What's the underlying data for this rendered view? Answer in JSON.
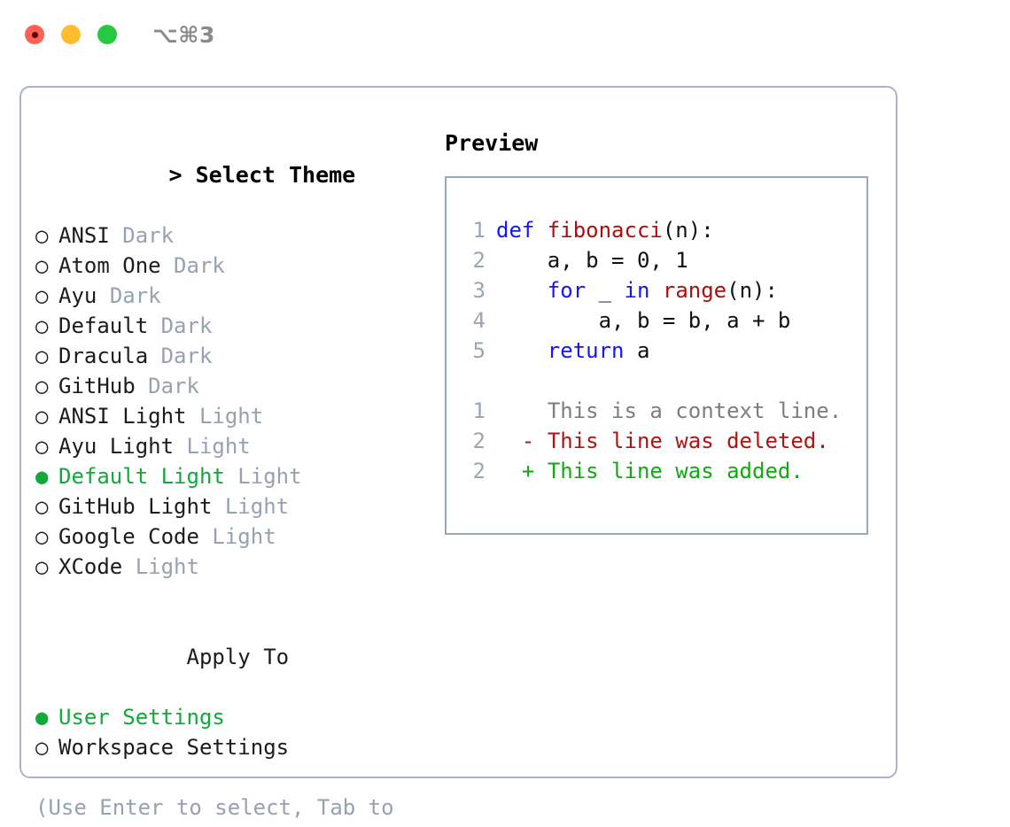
{
  "titlebar": {
    "shortcut": "⌥⌘3",
    "lights": [
      "close-red",
      "minimize-amber",
      "maximize-green"
    ]
  },
  "colors": {
    "accent_green": "#12a83c",
    "muted_gray": "#97a1b2",
    "keyword_blue": "#1414ff",
    "function_red": "#ab1010",
    "diff_added": "#12a812",
    "diff_deleted": "#b11212",
    "panel_border": "#aab4c2",
    "preview_border": "#9aa7b8"
  },
  "theme_list": {
    "header": "> Select Theme",
    "items": [
      {
        "marker": "○",
        "name": "ANSI",
        "tag": "Dark",
        "selected": false
      },
      {
        "marker": "○",
        "name": "Atom One",
        "tag": "Dark",
        "selected": false
      },
      {
        "marker": "○",
        "name": "Ayu",
        "tag": "Dark",
        "selected": false
      },
      {
        "marker": "○",
        "name": "Default",
        "tag": "Dark",
        "selected": false
      },
      {
        "marker": "○",
        "name": "Dracula",
        "tag": "Dark",
        "selected": false
      },
      {
        "marker": "○",
        "name": "GitHub",
        "tag": "Dark",
        "selected": false
      },
      {
        "marker": "○",
        "name": "ANSI Light",
        "tag": "Light",
        "selected": false
      },
      {
        "marker": "○",
        "name": "Ayu Light",
        "tag": "Light",
        "selected": false
      },
      {
        "marker": "●",
        "name": "Default Light",
        "tag": "Light",
        "selected": true
      },
      {
        "marker": "○",
        "name": "GitHub Light",
        "tag": "Light",
        "selected": false
      },
      {
        "marker": "○",
        "name": "Google Code",
        "tag": "Light",
        "selected": false
      },
      {
        "marker": "○",
        "name": "XCode",
        "tag": "Light",
        "selected": false
      }
    ]
  },
  "apply_to": {
    "header": "Apply To",
    "items": [
      {
        "marker": "●",
        "name": "User Settings",
        "selected": true
      },
      {
        "marker": "○",
        "name": "Workspace Settings",
        "selected": false
      }
    ]
  },
  "hint": "(Use Enter to select, Tab to change focus)",
  "preview": {
    "title": "Preview",
    "code": {
      "lines": [
        {
          "num": "1",
          "tokens": [
            {
              "t": "def ",
              "c": "kw"
            },
            {
              "t": "fibonacci",
              "c": "fn"
            },
            {
              "t": "(n):",
              "c": "pln"
            }
          ]
        },
        {
          "num": "2",
          "tokens": [
            {
              "t": "    a, b = 0, 1",
              "c": "pln"
            }
          ]
        },
        {
          "num": "3",
          "tokens": [
            {
              "t": "    ",
              "c": "pln"
            },
            {
              "t": "for",
              "c": "kw"
            },
            {
              "t": " _ ",
              "c": "pln"
            },
            {
              "t": "in",
              "c": "kw"
            },
            {
              "t": " ",
              "c": "pln"
            },
            {
              "t": "range",
              "c": "fn"
            },
            {
              "t": "(n):",
              "c": "pln"
            }
          ]
        },
        {
          "num": "4",
          "tokens": [
            {
              "t": "        a, b = b, a + b",
              "c": "pln"
            }
          ]
        },
        {
          "num": "5",
          "tokens": [
            {
              "t": "    ",
              "c": "pln"
            },
            {
              "t": "return",
              "c": "kw"
            },
            {
              "t": " a",
              "c": "pln"
            }
          ]
        }
      ]
    },
    "diff": {
      "lines": [
        {
          "num": "1",
          "marker": " ",
          "text": "This is a context line.",
          "kind": "ctx"
        },
        {
          "num": "2",
          "marker": "-",
          "text": "This line was deleted.",
          "kind": "del"
        },
        {
          "num": "2",
          "marker": "+",
          "text": "This line was added.",
          "kind": "add"
        }
      ]
    }
  }
}
